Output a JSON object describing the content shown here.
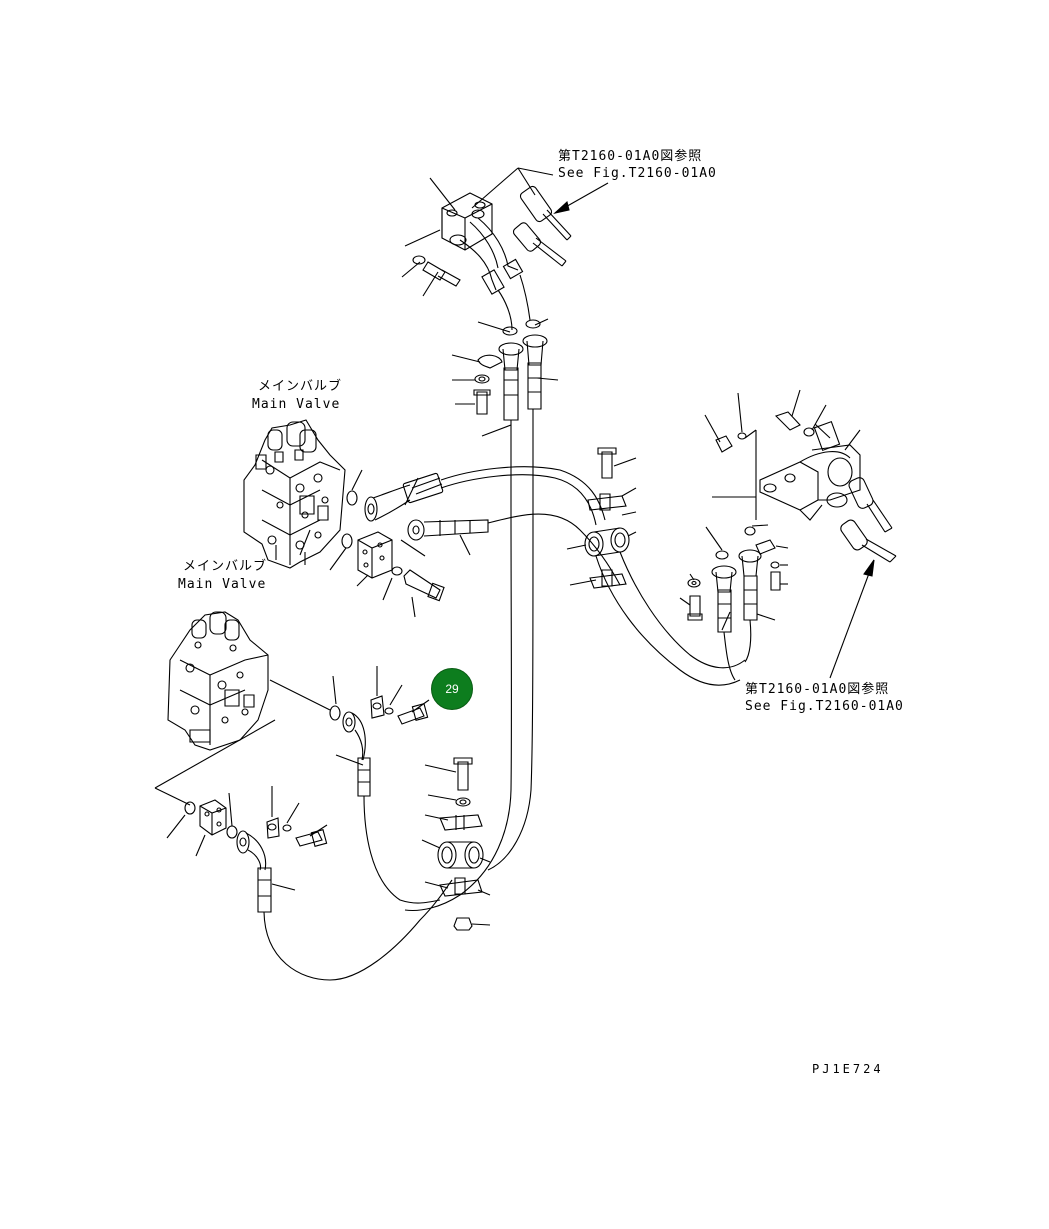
{
  "references": {
    "top": {
      "jp": "第T2160-01A0図参照",
      "en": "See Fig.T2160-01A0"
    },
    "right": {
      "jp": "第T2160-01A0図参照",
      "en": "See Fig.T2160-01A0"
    }
  },
  "main_valve_upper": {
    "jp": "メインバルブ",
    "en": "Main Valve"
  },
  "main_valve_lower": {
    "jp": "メインバルブ",
    "en": "Main Valve"
  },
  "callout": {
    "label": "29",
    "color": "#0d7d1e"
  },
  "drawing_code": "PJ1E724"
}
